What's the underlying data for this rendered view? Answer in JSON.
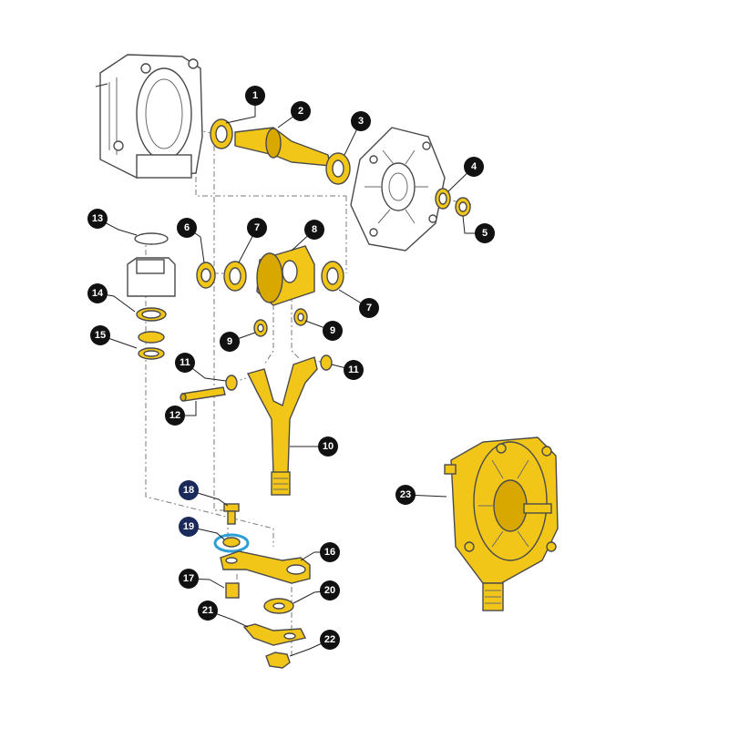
{
  "colors": {
    "part_fill": "#f2c619",
    "part_shade": "#d9a800",
    "housing_fill": "#ffffff",
    "callout_fill": "#111111",
    "callout_dark_blue": "#1a2a5a",
    "highlight_ring": "#2a9fd6"
  },
  "callouts": [
    {
      "label": "1"
    },
    {
      "label": "2"
    },
    {
      "label": "3"
    },
    {
      "label": "4"
    },
    {
      "label": "5"
    },
    {
      "label": "6"
    },
    {
      "label": "7"
    },
    {
      "label": "8"
    },
    {
      "label": "7"
    },
    {
      "label": "9"
    },
    {
      "label": "9"
    },
    {
      "label": "10"
    },
    {
      "label": "11"
    },
    {
      "label": "11"
    },
    {
      "label": "12"
    },
    {
      "label": "13"
    },
    {
      "label": "14"
    },
    {
      "label": "15"
    },
    {
      "label": "16"
    },
    {
      "label": "17"
    },
    {
      "label": "18"
    },
    {
      "label": "19"
    },
    {
      "label": "20"
    },
    {
      "label": "21"
    },
    {
      "label": "22"
    },
    {
      "label": "23"
    }
  ]
}
